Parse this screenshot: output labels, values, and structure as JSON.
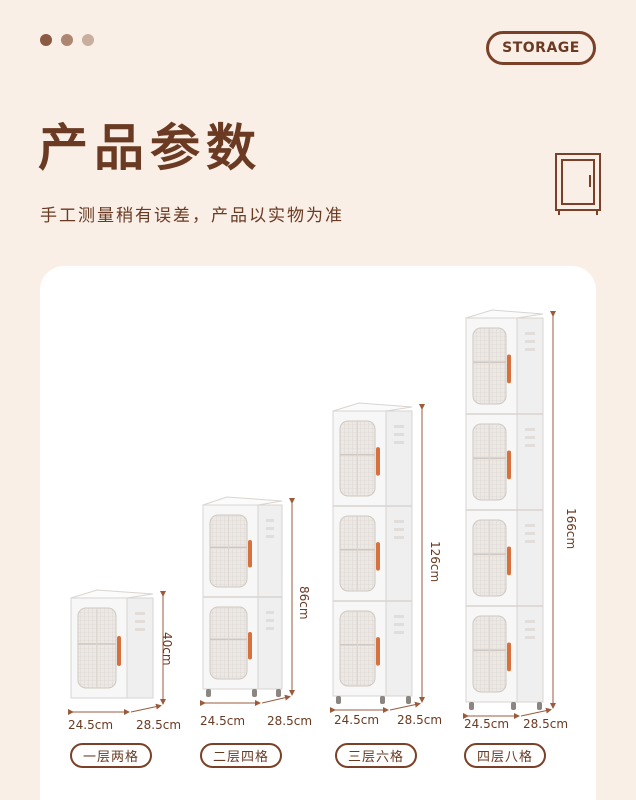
{
  "header": {
    "dot_colors": [
      "#8b5a45",
      "#ad8672",
      "#c9ae9e"
    ],
    "badge": "STORAGE",
    "title": "产品参数",
    "subtitle": "手工测量稍有误差，产品以实物为准"
  },
  "products": [
    {
      "label": "一层两格",
      "width": "24.5cm",
      "depth": "28.5cm",
      "height": "40cm"
    },
    {
      "label": "二层四格",
      "width": "24.5cm",
      "depth": "28.5cm",
      "height": "86cm"
    },
    {
      "label": "三层六格",
      "width": "24.5cm",
      "depth": "28.5cm",
      "height": "126cm"
    },
    {
      "label": "四层八格",
      "width": "24.5cm",
      "depth": "28.5cm",
      "height": "166cm"
    }
  ],
  "colors": {
    "background": "#f9efe7",
    "text": "#6a3a22",
    "handle": "#d8703d",
    "cabinet": "#f6f6f6"
  }
}
